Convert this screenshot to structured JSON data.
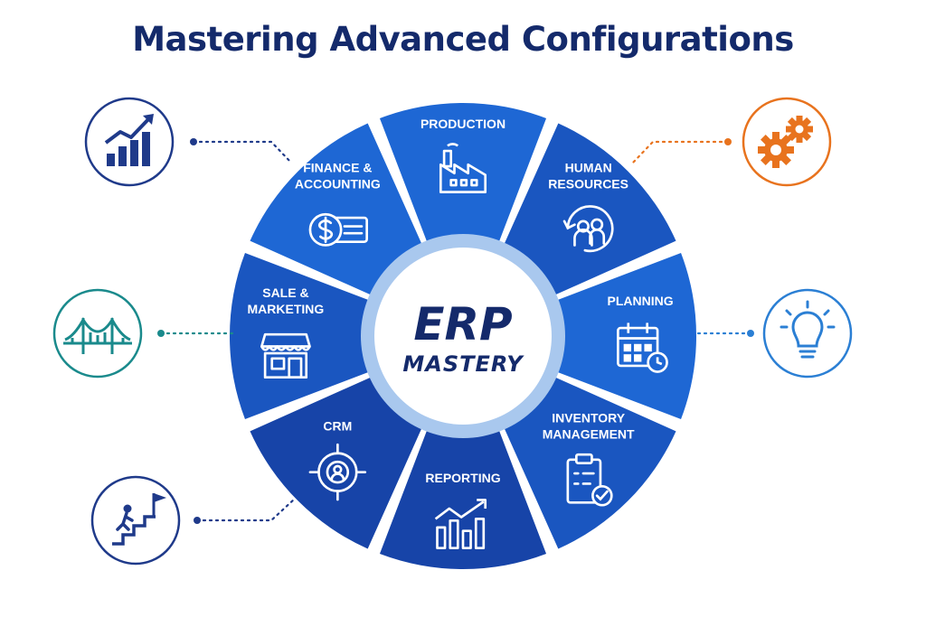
{
  "title": "Mastering Advanced Configurations",
  "center": {
    "line1": "ERP",
    "line2": "MASTERY"
  },
  "segments": [
    {
      "lines": [
        "PRODUCTION"
      ],
      "icon": "factory-icon"
    },
    {
      "lines": [
        "HUMAN",
        "RESOURCES"
      ],
      "icon": "people-cycle-icon"
    },
    {
      "lines": [
        "PLANNING"
      ],
      "icon": "calendar-clock-icon"
    },
    {
      "lines": [
        "INVENTORY",
        "MANAGEMENT"
      ],
      "icon": "clipboard-check-icon"
    },
    {
      "lines": [
        "REPORTING"
      ],
      "icon": "bar-chart-trend-icon"
    },
    {
      "lines": [
        "CRM"
      ],
      "icon": "target-user-icon"
    },
    {
      "lines": [
        "SALE &",
        "MARKETING"
      ],
      "icon": "storefront-icon"
    },
    {
      "lines": [
        "FINANCE &",
        "ACCOUNTING"
      ],
      "icon": "dollar-card-icon"
    }
  ],
  "side_icons": [
    {
      "name": "growth-chart-icon",
      "color": "#1f3a8a"
    },
    {
      "name": "gears-icon",
      "color": "#e8731e"
    },
    {
      "name": "bridge-icon",
      "color": "#1a8a8c"
    },
    {
      "name": "lightbulb-icon",
      "color": "#2b7fd4"
    },
    {
      "name": "stairs-goal-icon",
      "color": "#1f3a8a"
    }
  ],
  "colors": {
    "title": "#142a6b",
    "segment_light": "#1e67d4",
    "segment_mid": "#1a56c0",
    "segment_dark": "#1744a8",
    "ring": "#a9c8ee",
    "center_text": "#142a6b"
  }
}
